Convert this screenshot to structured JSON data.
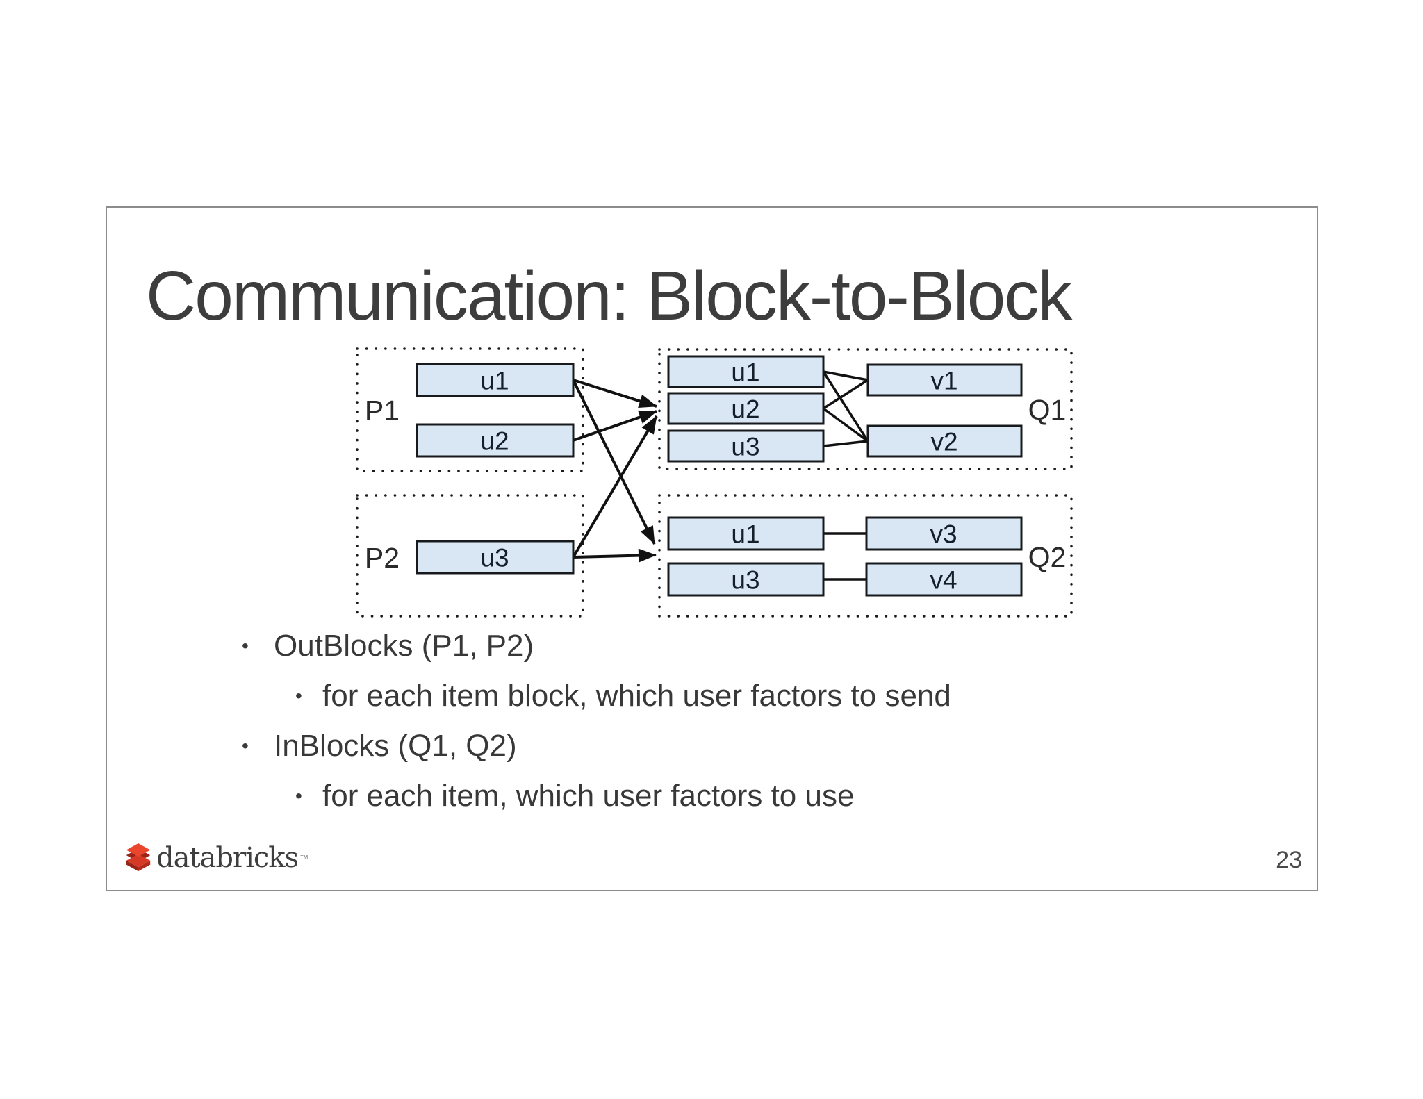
{
  "slide": {
    "title": "Communication: Block-to-Block",
    "page_number": "23",
    "bullet_marker": "•",
    "bullets": [
      {
        "level": 1,
        "text": "OutBlocks (P1, P2)"
      },
      {
        "level": 2,
        "text": "for each item block, which user factors to send"
      },
      {
        "level": 1,
        "text": "InBlocks (Q1, Q2)"
      },
      {
        "level": 2,
        "text": "for each item, which user factors to use"
      }
    ],
    "footer": {
      "brand": "databricks",
      "trademark": "™"
    }
  },
  "diagram": {
    "user_blocks": {
      "p1": {
        "label": "P1",
        "blocks": [
          "u1",
          "u2"
        ]
      },
      "p2": {
        "label": "P2",
        "blocks": [
          "u3"
        ]
      }
    },
    "item_blocks": {
      "q1": {
        "label": "Q1",
        "received_user_factors": [
          "u1",
          "u2",
          "u3"
        ],
        "items": [
          "v1",
          "v2"
        ]
      },
      "q2": {
        "label": "Q2",
        "received_user_factors": [
          "u1",
          "u3"
        ],
        "items": [
          "v3",
          "v4"
        ]
      }
    },
    "arrows": [
      {
        "from": "P1.u1",
        "to": "Q1"
      },
      {
        "from": "P1.u2",
        "to": "Q1"
      },
      {
        "from": "P2.u3",
        "to": "Q1"
      },
      {
        "from": "P1.u1",
        "to": "Q2"
      },
      {
        "from": "P2.u3",
        "to": "Q2"
      }
    ],
    "item_links": [
      {
        "from": "Q1.u1",
        "to": "Q1.v1"
      },
      {
        "from": "Q1.u1",
        "to": "Q1.v2"
      },
      {
        "from": "Q1.u2",
        "to": "Q1.v1"
      },
      {
        "from": "Q1.u2",
        "to": "Q1.v2"
      },
      {
        "from": "Q1.u3",
        "to": "Q1.v2"
      },
      {
        "from": "Q2.u1",
        "to": "Q2.v3"
      },
      {
        "from": "Q2.u3",
        "to": "Q2.v4"
      }
    ]
  },
  "colors": {
    "block_fill": "#d9e7f5",
    "block_border": "#17191c",
    "line": "#111111",
    "title_text": "#3d3d3d",
    "body_text": "#383838",
    "brand_red_top": "#ea462e",
    "brand_red_bottom": "#d63a26",
    "brand_red_dark": "#99241a",
    "slide_border": "#8c8c8c"
  }
}
